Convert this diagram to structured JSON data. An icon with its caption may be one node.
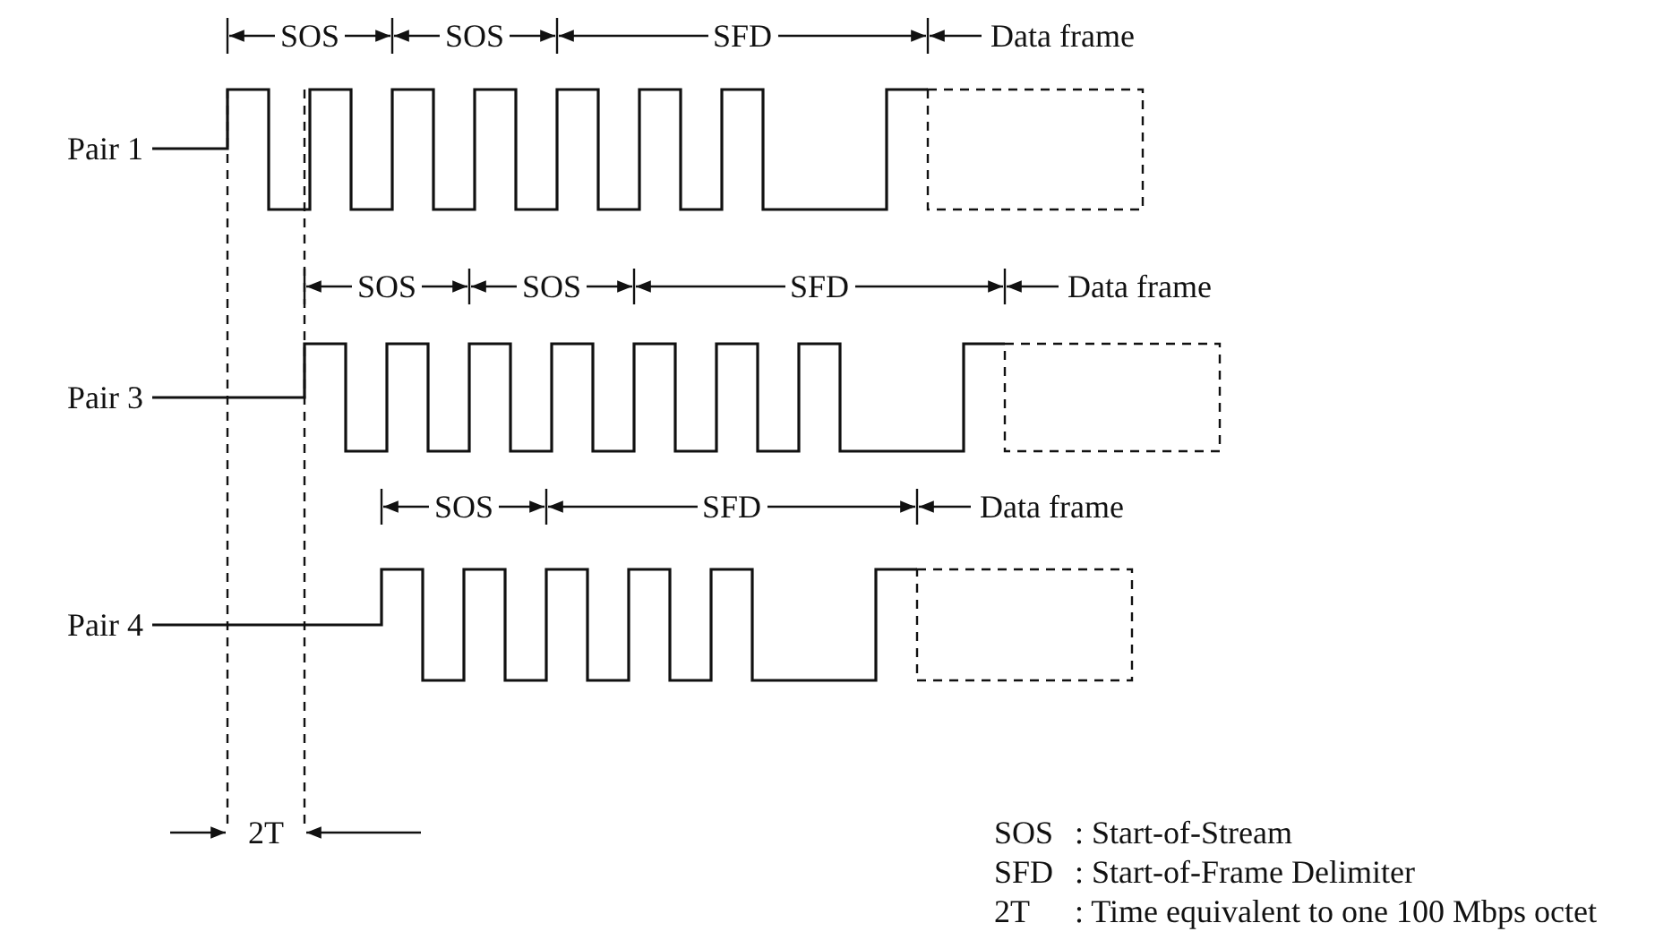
{
  "diagram": {
    "labels": [
      "SOS",
      "SOS",
      "SFD",
      "Data frame",
      "Pair 1",
      "SOS",
      "SOS",
      "SFD",
      "Data frame",
      "Pair 3",
      "SOS",
      "SFD",
      "Data frame",
      "Pair 4",
      "2T",
      "SOS",
      ": Start-of-Stream",
      "SFD",
      ": Start-of-Frame Delimiter",
      "2T",
      ": Time equivalent to one 100 Mbps octet"
    ]
  }
}
